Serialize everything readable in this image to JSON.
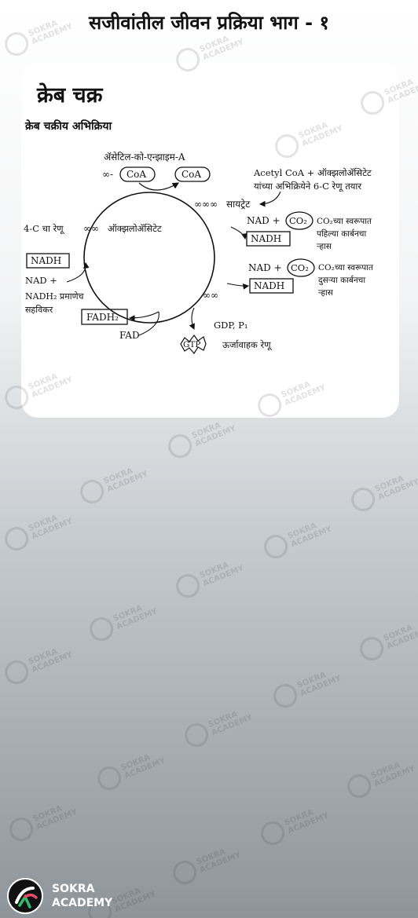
{
  "page": {
    "title": "सजीवांतील जीवन प्रक्रिया भाग - १"
  },
  "card": {
    "heading": "क्रेब चक्र",
    "subtitle": "क्रेब चक्रीय अभिक्रिया"
  },
  "diagram": {
    "acetyl_coenzyme": "ॲसेटिल-को-एन्झाइम-A",
    "coa_left": "CoA",
    "coa_right": "CoA",
    "coa_prefix": "∞-",
    "acetyl_note_line1": "Acetyl CoA + ऑक्झलोॲसिटेट",
    "acetyl_note_line2": "यांच्या अभिक्रियेने 6-C रेणू तयार",
    "citrate_chain": "∞∞∞",
    "citrate": "सायट्रेट",
    "four_c_molecule": "4-C चा रेणू",
    "four_c_chain": "∞∞",
    "oxaloacetate": "ऑक्झलोॲसिटेट",
    "nad_1": "NAD +",
    "co2_1": "CO₂",
    "nadh_1": "NADH",
    "co2_note1_line1": "CO₂च्या स्वरूपात",
    "co2_note1_line2": "पहिल्या कार्बनचा",
    "co2_note1_line3": "ऱ्हास",
    "nad_2": "NAD +",
    "co2_2": "CO₂",
    "nadh_2": "NADH",
    "co2_note2_line1": "CO₂च्या स्वरूपात",
    "co2_note2_line2": "दुसऱ्या कार्बनचा",
    "co2_note2_line3": "ऱ्हास",
    "nadh_left": "NADH",
    "nad_left": "NAD +",
    "nadh2_line1": "NADH₂ प्रमाणेच",
    "nadh2_line2": "सहविकर",
    "fadh2": "FADH₂",
    "fad": "FAD",
    "chain_bottom": "∞∞",
    "gdp": "GDP, P₁",
    "gtp": "GTP",
    "energy_molecule": "ऊर्जावाहक रेणू"
  },
  "watermark": {
    "line1": "SOKRA",
    "line2": "ACADEMY"
  },
  "brand": {
    "line1": "SOKRA",
    "line2": "ACADEMY"
  },
  "colors": {
    "card_bg": "#ffffff",
    "text": "#111111",
    "brand_text": "#ffffff"
  }
}
